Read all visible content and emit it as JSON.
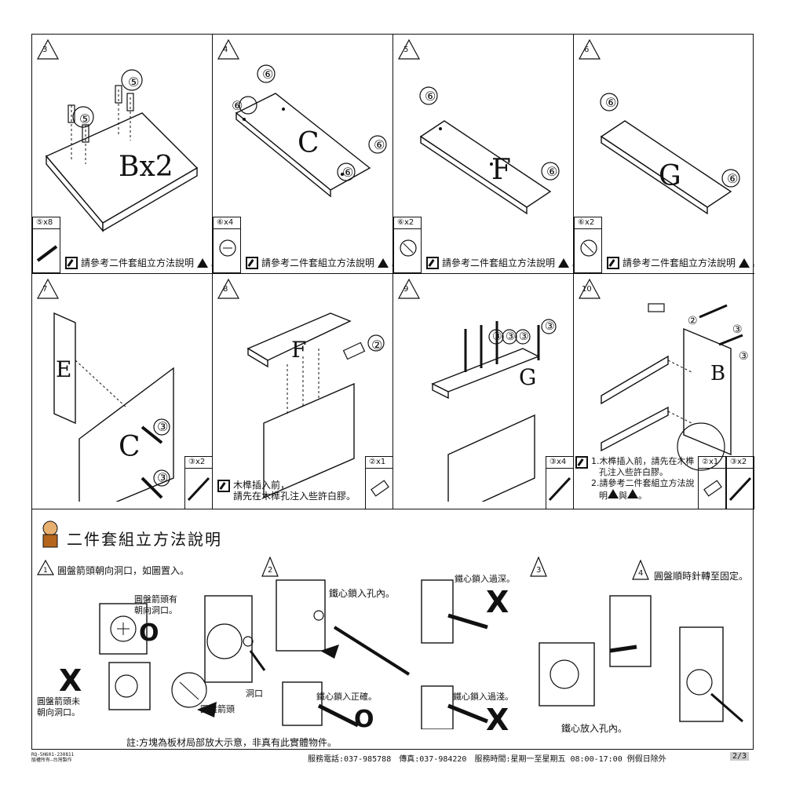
{
  "steps": [
    {
      "num": "3",
      "part": "Bx2",
      "legend": "⑤x8",
      "note": "請參考二件套組立方法說明",
      "callouts": [
        "⑤",
        "⑤"
      ]
    },
    {
      "num": "4",
      "part": "C",
      "legend": "⑥x4",
      "note": "請參考二件套組立方法說明",
      "callouts": [
        "⑥",
        "⑥",
        "⑥",
        "⑥"
      ]
    },
    {
      "num": "5",
      "part": "F",
      "legend": "⑥x2",
      "note": "請參考二件套組立方法說明",
      "callouts": [
        "⑥",
        "⑥"
      ]
    },
    {
      "num": "6",
      "part": "G",
      "legend": "⑥x2",
      "note": "請參考二件套組立方法說明",
      "callouts": [
        "⑥",
        "⑥"
      ]
    },
    {
      "num": "7",
      "parts": [
        "E",
        "C"
      ],
      "legend": "③x2",
      "callouts": [
        "③",
        "③"
      ]
    },
    {
      "num": "8",
      "part": "F",
      "legend": "②x1",
      "note_lines": [
        "木榫插入前，",
        "請先在木榫孔注入些許白膠。"
      ],
      "callouts": [
        "②"
      ]
    },
    {
      "num": "9",
      "part": "G",
      "legend": "③x4",
      "callouts": [
        "③",
        "③",
        "③",
        "③"
      ]
    },
    {
      "num": "10",
      "part": "B",
      "legends": [
        "②x1",
        "③x2"
      ],
      "note_lines": [
        "1.木榫插入前，請先在木榫",
        "孔注入些許白膠。",
        "2.請參考二件套組立方法說",
        "明",
        "與",
        "。"
      ],
      "callouts": [
        "②",
        "③",
        "③"
      ]
    }
  ],
  "guide": {
    "title": "二件套組立方法說明",
    "step1": {
      "num": "1",
      "text": "圓盤箭頭朝向洞口，如圖置入。"
    },
    "label_ok": [
      "圓盤箭頭有",
      "朝向洞口。"
    ],
    "label_bad": [
      "圓盤箭頭未",
      "朝向洞口。"
    ],
    "label_hole": "洞口",
    "label_arrow": "圓盤箭頭",
    "step2": {
      "num": "2",
      "text": "鐵心鎖入孔內。"
    },
    "label_correct": "鐵心鎖入正確。",
    "step3": {
      "num": "3"
    },
    "label_deep": "鐵心鎖入過深。",
    "label_shallow": "鐵心鎖入過淺。",
    "step4": {
      "num": "4",
      "text": "圓盤順時針轉至固定。"
    },
    "label_insert": "鐵心放入孔內。",
    "footnote": "註:方塊為板材局部放大示意，非真有此實體物件。",
    "mark_ok": "O",
    "mark_bad": "X"
  },
  "footer": {
    "code": "RQ-5H601-230811",
    "code2": "版權所有—台灣製作",
    "service": "服務電話:037-985788　傳真:037-984220　服務時間:星期一至星期五 08:00-17:00 例假日除外",
    "page": "2/3"
  }
}
